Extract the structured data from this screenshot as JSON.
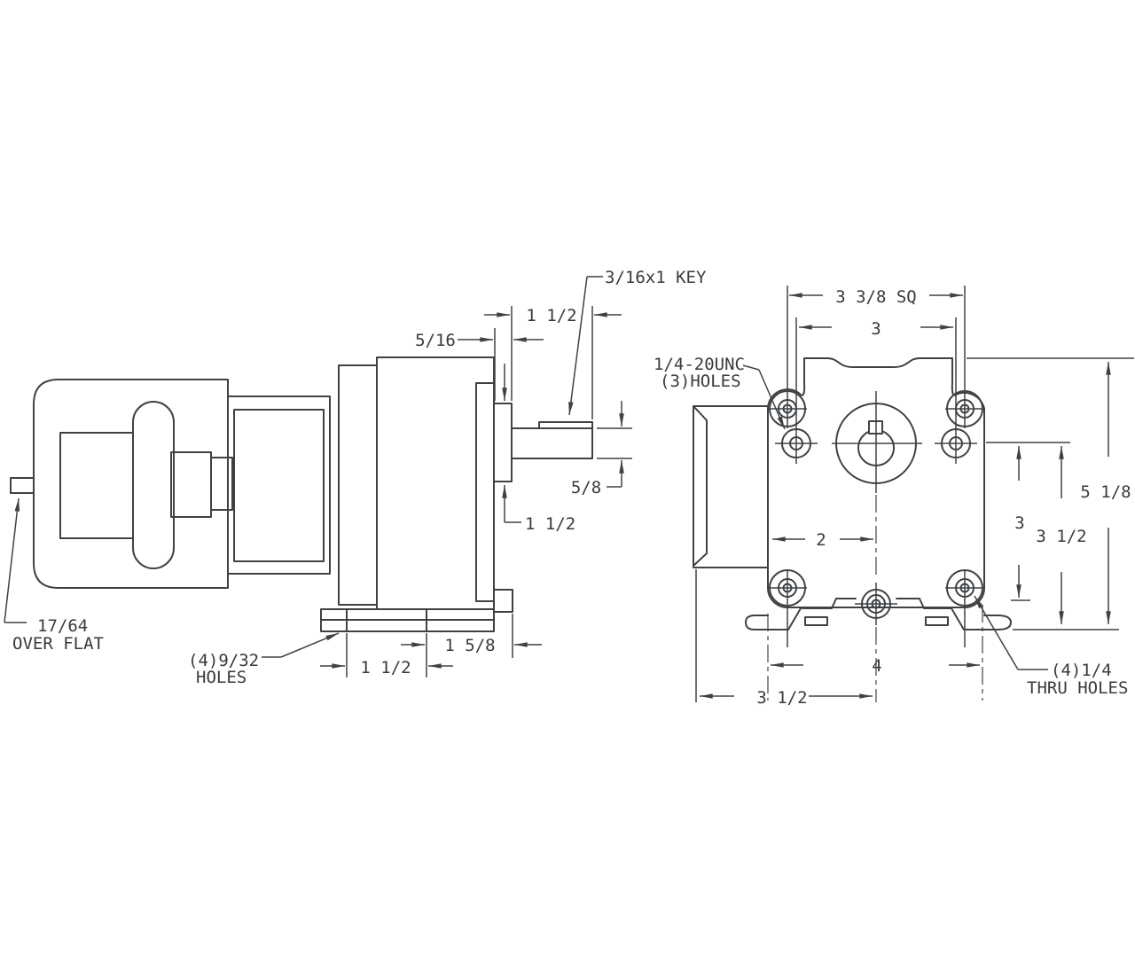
{
  "drawing": {
    "colors": {
      "background": "#ffffff",
      "line": "#3f4245",
      "text": "#3a3a3a"
    },
    "side_view": {
      "labels": {
        "key_callout": "3/16x1 KEY",
        "shaft_length": "1 1/2",
        "boss_depth": "5/16",
        "shaft_diameter": "5/8",
        "boss_diameter": "1 1/2",
        "flat_note_1": "17/64",
        "flat_note_2": "OVER FLAT",
        "base_holes_1": "(4)9/32",
        "base_holes_2": "HOLES",
        "base_spacing_a": "1 1/2",
        "base_spacing_b": "1 5/8"
      }
    },
    "end_view": {
      "labels": {
        "tapped_note_1": "1/4-20UNC",
        "tapped_note_2": "(3)HOLES",
        "face_square": "3 3/8 SQ",
        "tapped_span": "3",
        "tapped_offset": "2",
        "vertical_span": "3",
        "center_height": "3 1/2",
        "overall_height": "5 1/8",
        "foot_span": "4",
        "motor_offset": "3 1/2",
        "thru_note_1": "(4)1/4",
        "thru_note_2": "THRU HOLES"
      }
    }
  }
}
